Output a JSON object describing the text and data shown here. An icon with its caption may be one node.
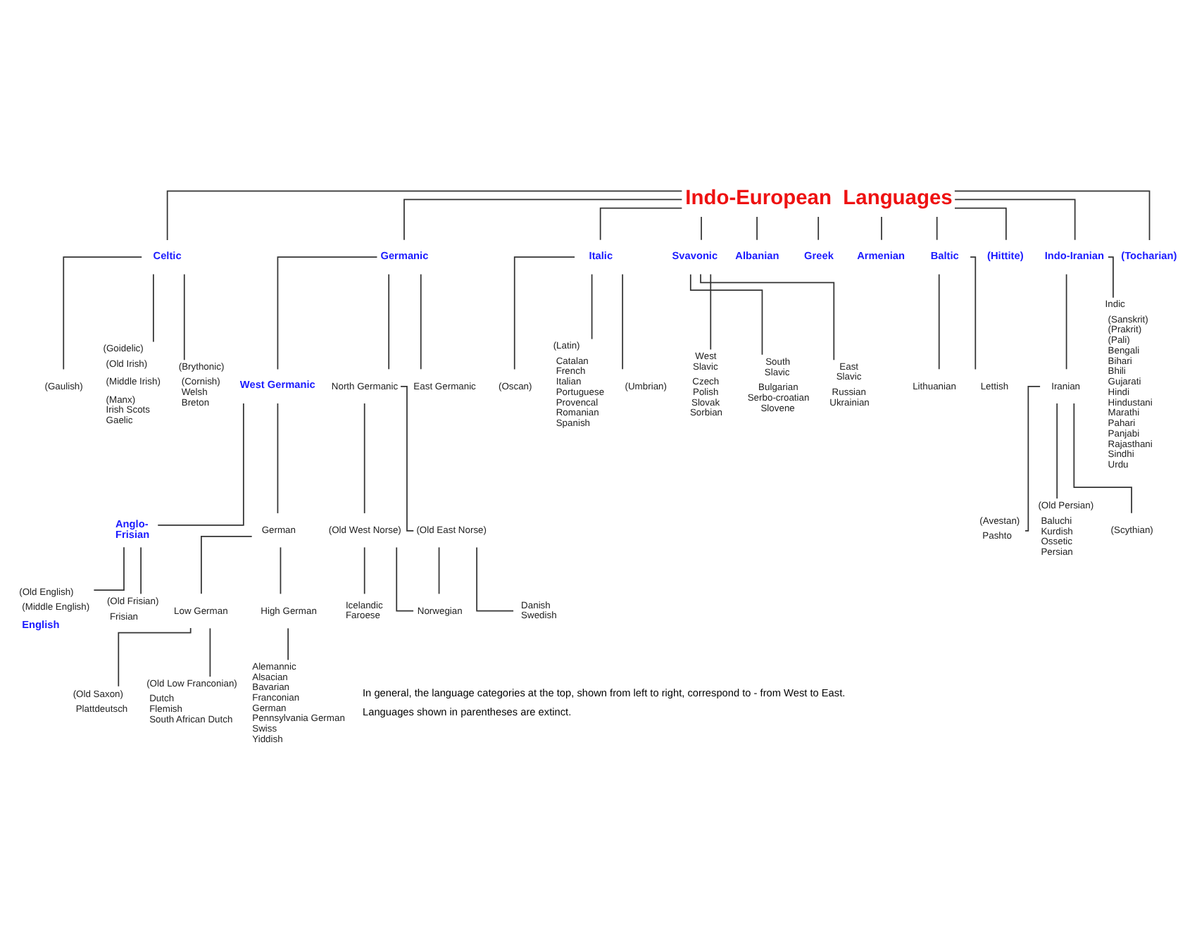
{
  "diagram": {
    "nodes": [
      {
        "text": [
          "Indo-European  Languages"
        ]
      },
      {
        "text": [
          "Celtic"
        ]
      },
      {
        "text": [
          "Germanic"
        ]
      },
      {
        "text": [
          "Italic"
        ]
      },
      {
        "text": [
          "Svavonic"
        ]
      },
      {
        "text": [
          "Albanian"
        ]
      },
      {
        "text": [
          "Greek"
        ]
      },
      {
        "text": [
          "Armenian"
        ]
      },
      {
        "text": [
          "Baltic"
        ]
      },
      {
        "text": [
          "(Hittite)"
        ]
      },
      {
        "text": [
          "Indo-Iranian"
        ]
      },
      {
        "text": [
          "(Tocharian)"
        ]
      },
      {
        "text": [
          "(Gaulish)"
        ]
      },
      {
        "text": [
          "(Goidelic)",
          "(Old Irish)",
          "(Middle Irish)",
          "(Manx) Irish Scots Gaelic"
        ]
      },
      {
        "text": [
          "(Brythonic)",
          "(Cornish) Welsh Breton"
        ]
      },
      {
        "text": [
          "(Oscan)"
        ]
      },
      {
        "text": [
          "(Latin)",
          "Catalan French Italian Portuguese Provencal Romanian Spanish"
        ]
      },
      {
        "text": [
          "(Umbrian)"
        ]
      },
      {
        "text": [
          "West Slavic",
          "Czech Polish Slovak Sorbian"
        ]
      },
      {
        "text": [
          "South Slavic",
          "Bulgarian Serbo-croatian Slovene"
        ]
      },
      {
        "text": [
          "East Slavic",
          "Russian Ukrainian"
        ]
      },
      {
        "text": [
          "Lithuanian"
        ]
      },
      {
        "text": [
          "Lettish"
        ]
      },
      {
        "text": [
          "Iranian"
        ]
      },
      {
        "text": [
          "Indic",
          "(Sanskrit) (Prakrit) (Pali) Bengali Bihari Bhili Gujarati Hindi Hindustani Marathi Pahari Panjabi Rajasthani Sindhi Urdu"
        ]
      },
      {
        "text": [
          "(Avestan)",
          "Pashto"
        ]
      },
      {
        "text": [
          "(Old Persian)",
          "Baluchi Kurdish Ossetic Persian"
        ]
      },
      {
        "text": [
          "(Scythian)"
        ]
      },
      {
        "text": [
          "West Germanic"
        ]
      },
      {
        "text": [
          "North Germanic"
        ]
      },
      {
        "text": [
          "East Germanic"
        ]
      },
      {
        "text": [
          "Anglo- Frisian"
        ]
      },
      {
        "text": [
          "German"
        ]
      },
      {
        "text": [
          "Low German"
        ]
      },
      {
        "text": [
          "High German"
        ]
      },
      {
        "text": [
          "Alemannic Alsacian Bavarian Franconian German Pennsylvania German Swiss Yiddish"
        ]
      },
      {
        "text": [
          "(Old Saxon)",
          "Plattdeutsch"
        ]
      },
      {
        "text": [
          "(Old Low Franconian)",
          "Dutch Flemish South African Dutch"
        ]
      },
      {
        "text": [
          "(Old English)",
          "(Middle English)",
          "English"
        ]
      },
      {
        "text": [
          "(Old Frisian)",
          "Frisian"
        ]
      },
      {
        "text": [
          "(Old West Norse)"
        ]
      },
      {
        "text": [
          "(Old East Norse)"
        ]
      },
      {
        "text": [
          "Icelandic Faroese"
        ]
      },
      {
        "text": [
          "Norwegian"
        ]
      },
      {
        "text": [
          "Danish Swedish"
        ]
      }
    ],
    "edges": [
      {
        "from": 0,
        "to": 1,
        "arrow": "none"
      },
      {
        "from": 0,
        "to": 2,
        "arrow": "none"
      },
      {
        "from": 0,
        "to": 3,
        "arrow": "none"
      },
      {
        "from": 0,
        "to": 4,
        "arrow": "none"
      },
      {
        "from": 0,
        "to": 5,
        "arrow": "none"
      },
      {
        "from": 0,
        "to": 6,
        "arrow": "none"
      },
      {
        "from": 0,
        "to": 7,
        "arrow": "none"
      },
      {
        "from": 0,
        "to": 8,
        "arrow": "none"
      },
      {
        "from": 0,
        "to": 9,
        "arrow": "none"
      },
      {
        "from": 0,
        "to": 10,
        "arrow": "none"
      },
      {
        "from": 0,
        "to": 11,
        "arrow": "none"
      },
      {
        "from": 1,
        "to": 12,
        "arrow": "none"
      },
      {
        "from": 1,
        "to": 13,
        "arrow": "none"
      },
      {
        "from": 1,
        "to": 14,
        "arrow": "none"
      },
      {
        "from": 3,
        "to": 15,
        "arrow": "none"
      },
      {
        "from": 3,
        "to": 16,
        "arrow": "none"
      },
      {
        "from": 3,
        "to": 17,
        "arrow": "none"
      },
      {
        "from": 4,
        "to": 18,
        "arrow": "none"
      },
      {
        "from": 4,
        "to": 19,
        "arrow": "none"
      },
      {
        "from": 4,
        "to": 20,
        "arrow": "none"
      },
      {
        "from": 8,
        "to": 21,
        "arrow": "none"
      },
      {
        "from": 8,
        "to": 22,
        "arrow": "none"
      },
      {
        "from": 10,
        "to": 23,
        "arrow": "none"
      },
      {
        "from": 10,
        "to": 24,
        "arrow": "none"
      },
      {
        "from": 23,
        "to": 25,
        "arrow": "none"
      },
      {
        "from": 23,
        "to": 26,
        "arrow": "none"
      },
      {
        "from": 23,
        "to": 27,
        "arrow": "none"
      },
      {
        "from": 2,
        "to": 28,
        "arrow": "none"
      },
      {
        "from": 2,
        "to": 29,
        "arrow": "none"
      },
      {
        "from": 2,
        "to": 30,
        "arrow": "none"
      },
      {
        "from": 28,
        "to": 31,
        "arrow": "none"
      },
      {
        "from": 28,
        "to": 32,
        "arrow": "none"
      },
      {
        "from": 32,
        "to": 33,
        "arrow": "none"
      },
      {
        "from": 32,
        "to": 34,
        "arrow": "none"
      },
      {
        "from": 34,
        "to": 35,
        "arrow": "none"
      },
      {
        "from": 33,
        "to": 36,
        "arrow": "none"
      },
      {
        "from": 33,
        "to": 37,
        "arrow": "none"
      },
      {
        "from": 31,
        "to": 38,
        "arrow": "none"
      },
      {
        "from": 31,
        "to": 39,
        "arrow": "none"
      },
      {
        "from": 29,
        "to": 40,
        "arrow": "none"
      },
      {
        "from": 29,
        "to": 41,
        "arrow": "none"
      },
      {
        "from": 40,
        "to": 42,
        "arrow": "none"
      },
      {
        "from": 40,
        "to": 43,
        "arrow": "none"
      },
      {
        "from": 41,
        "to": 43,
        "arrow": "none"
      },
      {
        "from": 41,
        "to": 44,
        "arrow": "none"
      }
    ],
    "labels": [
      "In general, the language categories at the top, shown from left to right, correspond to - from West to East.",
      "Languages shown in parentheses are extinct."
    ]
  }
}
